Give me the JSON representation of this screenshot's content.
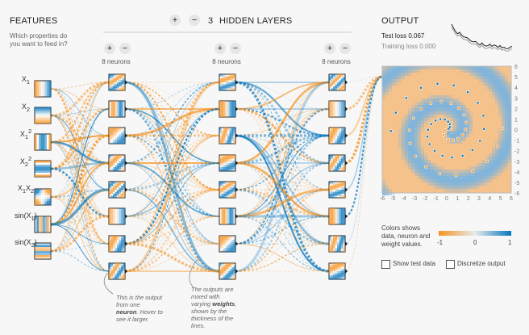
{
  "header": {
    "features_title": "FEATURES",
    "features_question_1": "Which properties do",
    "features_question_2": "you want to feed in?",
    "layers_count": "3",
    "layers_label": "HIDDEN LAYERS",
    "output_title": "OUTPUT"
  },
  "buttons": {
    "plus": "+",
    "minus": "−"
  },
  "layers": [
    {
      "neurons_label": "8 neurons"
    },
    {
      "neurons_label": "8 neurons"
    },
    {
      "neurons_label": "8 neurons"
    }
  ],
  "features": [
    {
      "base": "X",
      "sub": "1",
      "sup": ""
    },
    {
      "base": "X",
      "sub": "2",
      "sup": ""
    },
    {
      "base": "X",
      "sub": "1",
      "sup": "2"
    },
    {
      "base": "X",
      "sub": "2",
      "sup": "2"
    },
    {
      "base": "X",
      "sub": "1",
      "sup": "",
      "base2": "X",
      "sub2": "2"
    },
    {
      "base": "sin(X",
      "sub": "1",
      "sup": "",
      "tail": ")"
    },
    {
      "base": "sin(X",
      "sub": "2",
      "sup": "",
      "tail": ")"
    }
  ],
  "output": {
    "test_loss_label": "Test loss",
    "test_loss_value": "0.067",
    "training_loss_label": "Training loss",
    "training_loss_value": "0.000",
    "x_ticks": [
      "-6",
      "-5",
      "-4",
      "-3",
      "-2",
      "-1",
      "0",
      "1",
      "2",
      "3",
      "4",
      "5",
      "6"
    ],
    "y_ticks": [
      "6",
      "5",
      "4",
      "3",
      "2",
      "1",
      "0",
      "-1",
      "-2",
      "-3",
      "-4",
      "-5",
      "-6"
    ],
    "colors_text_1": "Colors shows",
    "colors_text_2": "data, neuron and",
    "colors_text_3": "weight values.",
    "scale_min": "-1",
    "scale_mid": "0",
    "scale_max": "1",
    "show_test_data": "Show test data",
    "discretize_output": "Discretize output"
  },
  "notes": {
    "neuron_note_1": "This is the output",
    "neuron_note_2": "from one",
    "neuron_note_3": "neuron",
    "neuron_note_4": ". Hover to",
    "neuron_note_5": "see it larger.",
    "weights_note_1": "The outputs are",
    "weights_note_2": "mixed with",
    "weights_note_3": "varying",
    "weights_note_4": "weights",
    "weights_note_5": ",",
    "weights_note_6": "shown by the",
    "weights_note_7": "thickness of the",
    "weights_note_8": "lines."
  },
  "colors": {
    "orange": "#f59322",
    "blue": "#0877bd",
    "text": "#333333"
  }
}
